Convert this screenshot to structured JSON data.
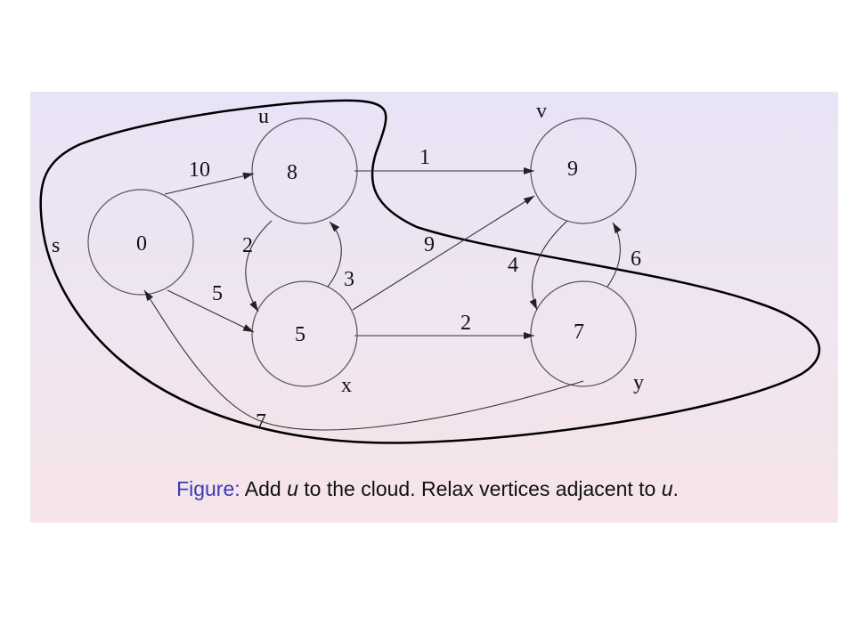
{
  "vertices": [
    {
      "id": "s",
      "name": "s",
      "distance": "0"
    },
    {
      "id": "u",
      "name": "u",
      "distance": "8"
    },
    {
      "id": "v",
      "name": "v",
      "distance": "9"
    },
    {
      "id": "x",
      "name": "x",
      "distance": "5"
    },
    {
      "id": "y",
      "name": "y",
      "distance": "7"
    }
  ],
  "edges": [
    {
      "from": "s",
      "to": "u",
      "weight": "10"
    },
    {
      "from": "s",
      "to": "x",
      "weight": "5"
    },
    {
      "from": "u",
      "to": "v",
      "weight": "1"
    },
    {
      "from": "u",
      "to": "x",
      "weight": "2"
    },
    {
      "from": "x",
      "to": "u",
      "weight": "3"
    },
    {
      "from": "x",
      "to": "v",
      "weight": "9"
    },
    {
      "from": "x",
      "to": "y",
      "weight": "2"
    },
    {
      "from": "v",
      "to": "y",
      "weight": "4"
    },
    {
      "from": "y",
      "to": "v",
      "weight": "6"
    },
    {
      "from": "y",
      "to": "s",
      "weight": "7"
    }
  ],
  "caption": {
    "tag": "Figure:",
    "part1": " Add ",
    "var1": "u",
    "part2": " to the cloud. Relax vertices adjacent to ",
    "var2": "u",
    "part3": "."
  },
  "colors": {
    "caption_tag": "#3b3bb8",
    "cloud_outline": "#000000",
    "edge_stroke": "#333333"
  }
}
